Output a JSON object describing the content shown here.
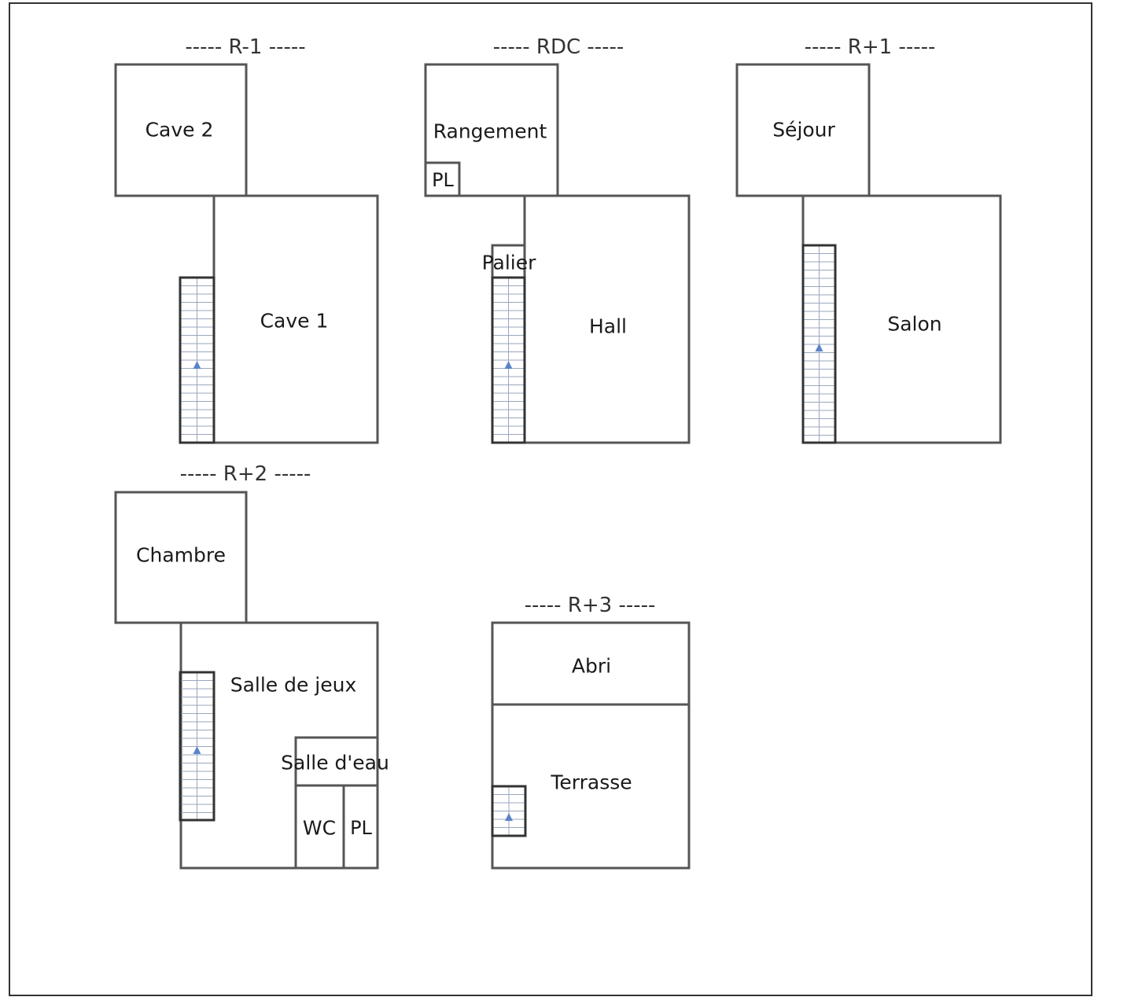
{
  "floors": {
    "r_minus_1": {
      "title": "-----  R-1  -----",
      "rooms": {
        "cave2": "Cave 2",
        "cave1": "Cave 1"
      }
    },
    "rdc": {
      "title": "-----  RDC  -----",
      "rooms": {
        "rangement": "Rangement",
        "pl": "PL",
        "palier": "Palier",
        "hall": "Hall"
      }
    },
    "r_plus_1": {
      "title": "-----  R+1  -----",
      "rooms": {
        "sejour": "Séjour",
        "salon": "Salon"
      }
    },
    "r_plus_2": {
      "title": "-----  R+2  -----",
      "rooms": {
        "chambre": "Chambre",
        "salle_de_jeux": "Salle de jeux",
        "salle_deau": "Salle d'eau",
        "wc": "WC",
        "pl": "PL"
      }
    },
    "r_plus_3": {
      "title": "-----  R+3  -----",
      "rooms": {
        "abri": "Abri",
        "terrasse": "Terrasse"
      }
    }
  },
  "colors": {
    "wall": "#555555",
    "frame": "#333333",
    "stair_arrow": "#5b84c8",
    "stair_tread": "#9aa7bd"
  }
}
